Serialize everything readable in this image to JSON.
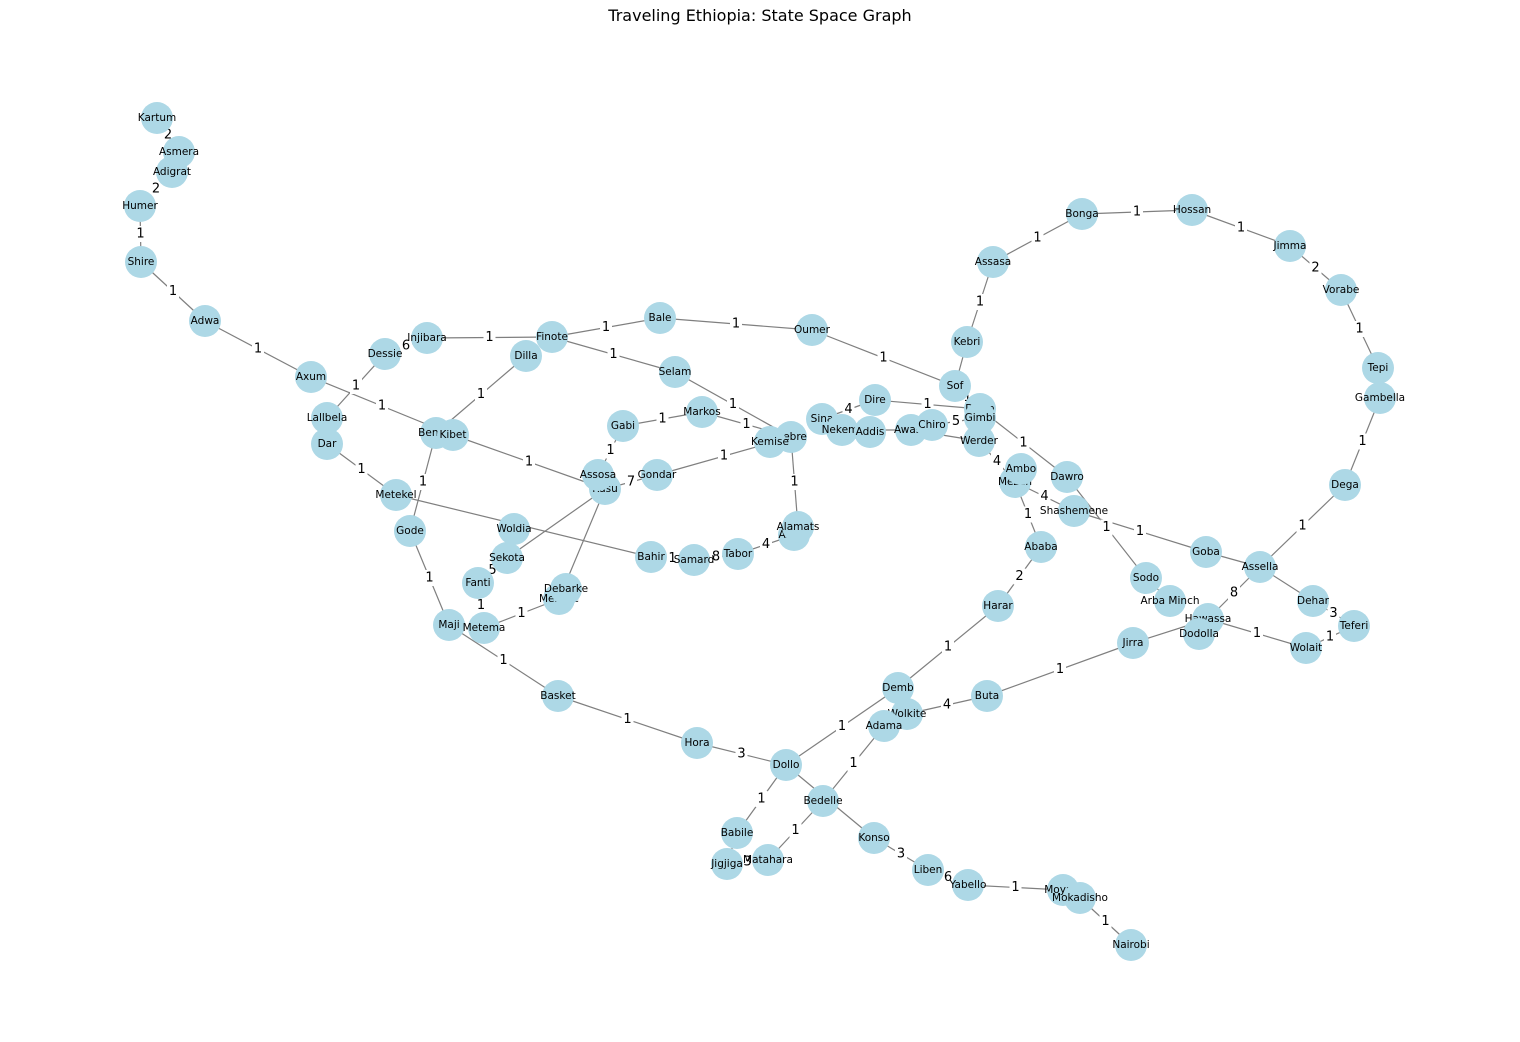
{
  "title": "Traveling Ethiopia: State Space Graph",
  "colors": {
    "node": "#add8e6",
    "edge": "#7f7f7f"
  },
  "nodes": [
    "Kartum",
    "Asmera",
    "Adigrat",
    "Humer",
    "Shire",
    "Adwa",
    "Axum",
    "Dessie",
    "Injibara",
    "Finote",
    "Dilla",
    "Bale",
    "Oumer",
    "Selam",
    "Lallbela",
    "Dar",
    "Benchi",
    "Kibet",
    "Metekel",
    "Gode",
    "Woldia",
    "Sekota",
    "Fanti",
    "Maji",
    "Metema",
    "Mekelle",
    "Debarke",
    "Rasu",
    "Assosa",
    "Gabi",
    "Markos",
    "Gondar",
    "Basket",
    "Hora",
    "Dollo",
    "Babile",
    "Jigjiga",
    "Matahara",
    "Bedelle",
    "Konso",
    "Liben",
    "Yabello",
    "Moyale",
    "Mokadisho",
    "Nairobi",
    "Bahir",
    "Samard",
    "Tabor",
    "Azezo",
    "Alamats",
    "Debre",
    "Kemise",
    "Sina",
    "Nekemt",
    "Addis",
    "Dire",
    "Awash",
    "Chiro",
    "Sof",
    "Dawa",
    "Gimbi",
    "Werder",
    "Kebri",
    "Assasa",
    "Bonga",
    "Hossan",
    "Jimma",
    "Vorabe",
    "Tepi",
    "Gambella",
    "Dega",
    "Assella",
    "Goba",
    "Dehar",
    "Teferi",
    "Wolait",
    "Sodo",
    "Arba Minch",
    "Hawassa",
    "Dodolla",
    "Jirra",
    "Buta",
    "Wolkite",
    "Adama",
    "Demb",
    "Harar",
    "Ababa",
    "Mezan",
    "Ambo",
    "Dawro",
    "Shashemene"
  ],
  "edges": [
    {
      "from": "Kartum",
      "to": "Asmera",
      "weight": "2"
    },
    {
      "from": "Asmera",
      "to": "Adigrat",
      "weight": ""
    },
    {
      "from": "Adigrat",
      "to": "Humer",
      "weight": "2"
    },
    {
      "from": "Humer",
      "to": "Shire",
      "weight": "1"
    },
    {
      "from": "Shire",
      "to": "Adwa",
      "weight": "1"
    },
    {
      "from": "Adwa",
      "to": "Axum",
      "weight": "1"
    },
    {
      "from": "Axum",
      "to": "Kibet",
      "weight": "1"
    },
    {
      "from": "Dessie",
      "to": "Injibara",
      "weight": "6"
    },
    {
      "from": "Injibara",
      "to": "Finote",
      "weight": "1"
    },
    {
      "from": "Finote",
      "to": "Bale",
      "weight": "1"
    },
    {
      "from": "Finote",
      "to": "Selam",
      "weight": "1"
    },
    {
      "from": "Bale",
      "to": "Oumer",
      "weight": "1"
    },
    {
      "from": "Oumer",
      "to": "Sof",
      "weight": "1"
    },
    {
      "from": "Dessie",
      "to": "Lallbela",
      "weight": "1"
    },
    {
      "from": "Dilla",
      "to": "Benchi",
      "weight": "1"
    },
    {
      "from": "Dar",
      "to": "Metekel",
      "weight": "1"
    },
    {
      "from": "Metekel",
      "to": "Bahir",
      "weight": "1"
    },
    {
      "from": "Kibet",
      "to": "Rasu",
      "weight": "1"
    },
    {
      "from": "Benchi",
      "to": "Gode",
      "weight": "1"
    },
    {
      "from": "Gode",
      "to": "Maji",
      "weight": "1"
    },
    {
      "from": "Maji",
      "to": "Basket",
      "weight": "1"
    },
    {
      "from": "Basket",
      "to": "Hora",
      "weight": "1"
    },
    {
      "from": "Hora",
      "to": "Dollo",
      "weight": "3"
    },
    {
      "from": "Dollo",
      "to": "Babile",
      "weight": "1"
    },
    {
      "from": "Dollo",
      "to": "Demb",
      "weight": "1"
    },
    {
      "from": "Dollo",
      "to": "Konso",
      "weight": ""
    },
    {
      "from": "Babile",
      "to": "Jigjiga",
      "weight": ""
    },
    {
      "from": "Jigjiga",
      "to": "Matahara",
      "weight": "3"
    },
    {
      "from": "Matahara",
      "to": "Bedelle",
      "weight": "1"
    },
    {
      "from": "Bedelle",
      "to": "Adama",
      "weight": "1"
    },
    {
      "from": "Konso",
      "to": "Liben",
      "weight": "3"
    },
    {
      "from": "Liben",
      "to": "Yabello",
      "weight": "6"
    },
    {
      "from": "Yabello",
      "to": "Moyale",
      "weight": "1"
    },
    {
      "from": "Moyale",
      "to": "Mokadisho",
      "weight": ""
    },
    {
      "from": "Mokadisho",
      "to": "Nairobi",
      "weight": "1"
    },
    {
      "from": "Woldia",
      "to": "Sekota",
      "weight": "1"
    },
    {
      "from": "Sekota",
      "to": "Rasu",
      "weight": ""
    },
    {
      "from": "Sekota",
      "to": "Fanti",
      "weight": "5"
    },
    {
      "from": "Fanti",
      "to": "Metema",
      "weight": "1"
    },
    {
      "from": "Metema",
      "to": "Mekelle",
      "weight": "1"
    },
    {
      "from": "Mekelle",
      "to": "Rasu",
      "weight": ""
    },
    {
      "from": "Rasu",
      "to": "Gondar",
      "weight": "7"
    },
    {
      "from": "Gabi",
      "to": "Assosa",
      "weight": "1"
    },
    {
      "from": "Gabi",
      "to": "Markos",
      "weight": "1"
    },
    {
      "from": "Markos",
      "to": "Debre",
      "weight": "1"
    },
    {
      "from": "Selam",
      "to": "Debre",
      "weight": "1"
    },
    {
      "from": "Gondar",
      "to": "Debre",
      "weight": "1"
    },
    {
      "from": "Debre",
      "to": "Alamats",
      "weight": "1"
    },
    {
      "from": "Bahir",
      "to": "Samard",
      "weight": "1"
    },
    {
      "from": "Samard",
      "to": "Tabor",
      "weight": "8"
    },
    {
      "from": "Tabor",
      "to": "Azezo",
      "weight": "4"
    },
    {
      "from": "Sina",
      "to": "Dire",
      "weight": "4"
    },
    {
      "from": "Nekemt",
      "to": "Awash",
      "weight": ""
    },
    {
      "from": "Chiro",
      "to": "Gimbi",
      "weight": "5"
    },
    {
      "from": "Dire",
      "to": "Dawa",
      "weight": "1"
    },
    {
      "from": "Awash",
      "to": "Werder",
      "weight": ""
    },
    {
      "from": "Sof",
      "to": "Dawa",
      "weight": "1"
    },
    {
      "from": "Dawa",
      "to": "Dawro",
      "weight": "1"
    },
    {
      "from": "Kebri",
      "to": "Assasa",
      "weight": "1"
    },
    {
      "from": "Kebri",
      "to": "Sof",
      "weight": ""
    },
    {
      "from": "Assasa",
      "to": "Bonga",
      "weight": "1"
    },
    {
      "from": "Bonga",
      "to": "Hossan",
      "weight": "1"
    },
    {
      "from": "Hossan",
      "to": "Jimma",
      "weight": "1"
    },
    {
      "from": "Jimma",
      "to": "Vorabe",
      "weight": "2"
    },
    {
      "from": "Vorabe",
      "to": "Tepi",
      "weight": "1"
    },
    {
      "from": "Gambella",
      "to": "Dega",
      "weight": "1"
    },
    {
      "from": "Dega",
      "to": "Assella",
      "weight": "1"
    },
    {
      "from": "Assella",
      "to": "Hawassa",
      "weight": "8"
    },
    {
      "from": "Assella",
      "to": "Dehar",
      "weight": ""
    },
    {
      "from": "Dehar",
      "to": "Teferi",
      "weight": "3"
    },
    {
      "from": "Teferi",
      "to": "Wolait",
      "weight": "1"
    },
    {
      "from": "Hawassa",
      "to": "Wolait",
      "weight": "1"
    },
    {
      "from": "Shashemene",
      "to": "Goba",
      "weight": "1"
    },
    {
      "from": "Goba",
      "to": "Assella",
      "weight": ""
    },
    {
      "from": "Dawro",
      "to": "Sodo",
      "weight": "1"
    },
    {
      "from": "Sodo",
      "to": "Arba Minch",
      "weight": ""
    },
    {
      "from": "Werder",
      "to": "Mezan",
      "weight": "4"
    },
    {
      "from": "Mezan",
      "to": "Shashemene",
      "weight": "4"
    },
    {
      "from": "Mezan",
      "to": "Ababa",
      "weight": "1"
    },
    {
      "from": "Ababa",
      "to": "Harar",
      "weight": "2"
    },
    {
      "from": "Harar",
      "to": "Demb",
      "weight": "1"
    },
    {
      "from": "Demb",
      "to": "Wolkite",
      "weight": ""
    },
    {
      "from": "Wolkite",
      "to": "Buta",
      "weight": "4"
    },
    {
      "from": "Buta",
      "to": "Jirra",
      "weight": "1"
    },
    {
      "from": "Jirra",
      "to": "Hawassa",
      "weight": ""
    }
  ]
}
